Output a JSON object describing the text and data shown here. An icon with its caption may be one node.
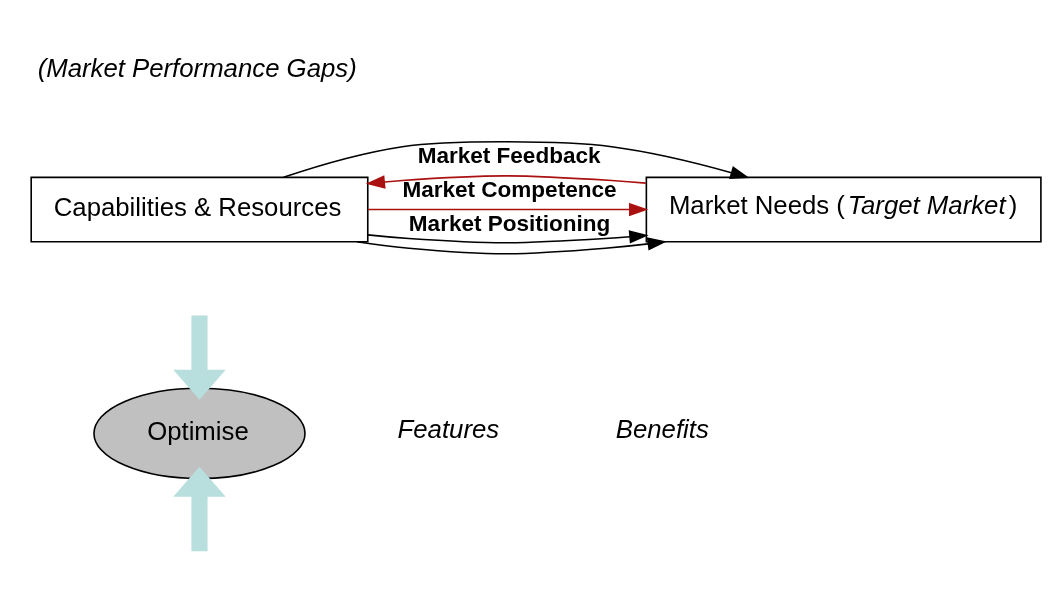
{
  "diagram": {
    "nodes": [
      {
        "text": [
          "Capabilities & Resources"
        ]
      },
      {
        "text": [
          "Market Needs (*Target Market*)"
        ]
      },
      {
        "text": [
          "Optimise"
        ]
      }
    ],
    "edges": [
      {
        "from": 0,
        "to": 1,
        "arrow": "to"
      },
      {
        "from": 0,
        "to": 1,
        "arrow": "to",
        "label": "Market Positioning"
      },
      {
        "from": 0,
        "to": 1,
        "arrow": "to"
      },
      {
        "from": 1,
        "to": 0,
        "arrow": "to",
        "label": "Market Feedback",
        "color": "#aa1111"
      },
      {
        "from": 0,
        "to": 1,
        "arrow": "to",
        "label": "Market Competence",
        "color": "#aa1111"
      },
      {
        "from": null,
        "to": 2,
        "arrow": "to",
        "style": "thick",
        "color": "#b8dede"
      },
      {
        "from": null,
        "to": 2,
        "arrow": "to",
        "style": "thick",
        "color": "#b8dede"
      }
    ],
    "labels": [
      "(Market Performance Gaps)",
      "Features",
      "Benefits"
    ]
  }
}
